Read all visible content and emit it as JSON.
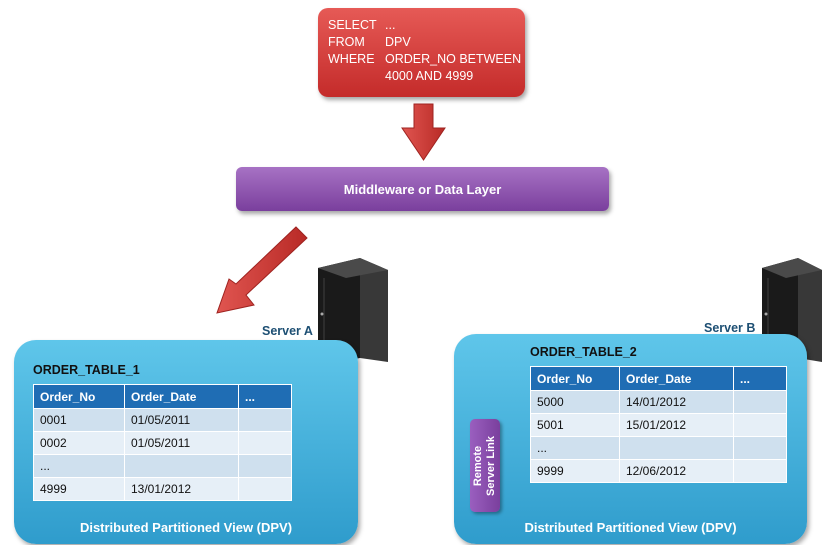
{
  "query": {
    "lines": [
      "SELECT",
      "...",
      "FROM",
      "DPV",
      "WHERE",
      "ORDER_NO BETWEEN",
      "4000 AND 4999"
    ]
  },
  "middleware": {
    "label": "Middleware or Data Layer"
  },
  "server_a": {
    "label": "Server A",
    "table_title": "ORDER_TABLE_1",
    "headers": [
      "Order_No",
      "Order_Date",
      "..."
    ],
    "rows": [
      [
        "0001",
        "01/05/2011",
        ""
      ],
      [
        "0002",
        "01/05/2011",
        ""
      ],
      [
        "...",
        "",
        ""
      ],
      [
        "4999",
        "13/01/2012",
        ""
      ]
    ],
    "footer": "Distributed Partitioned View (DPV)"
  },
  "server_b": {
    "label": "Server B",
    "table_title": "ORDER_TABLE_2",
    "headers": [
      "Order_No",
      "Order_Date",
      "..."
    ],
    "rows": [
      [
        "5000",
        "14/01/2012",
        ""
      ],
      [
        "5001",
        "15/01/2012",
        ""
      ],
      [
        "...",
        "",
        ""
      ],
      [
        "9999",
        "12/06/2012",
        ""
      ]
    ],
    "footer": "Distributed Partitioned View (DPV)",
    "remote_link_lines": [
      "Remote",
      "Server Link"
    ]
  },
  "colors": {
    "query_box": "#d3403d",
    "middleware": "#8e52b4",
    "server_box": "#3faedb",
    "table_header": "#1f6db4",
    "arrow": "#d23a33"
  },
  "icons": [
    "server-rack-icon",
    "down-arrow-icon",
    "diagonal-arrow-icon"
  ]
}
